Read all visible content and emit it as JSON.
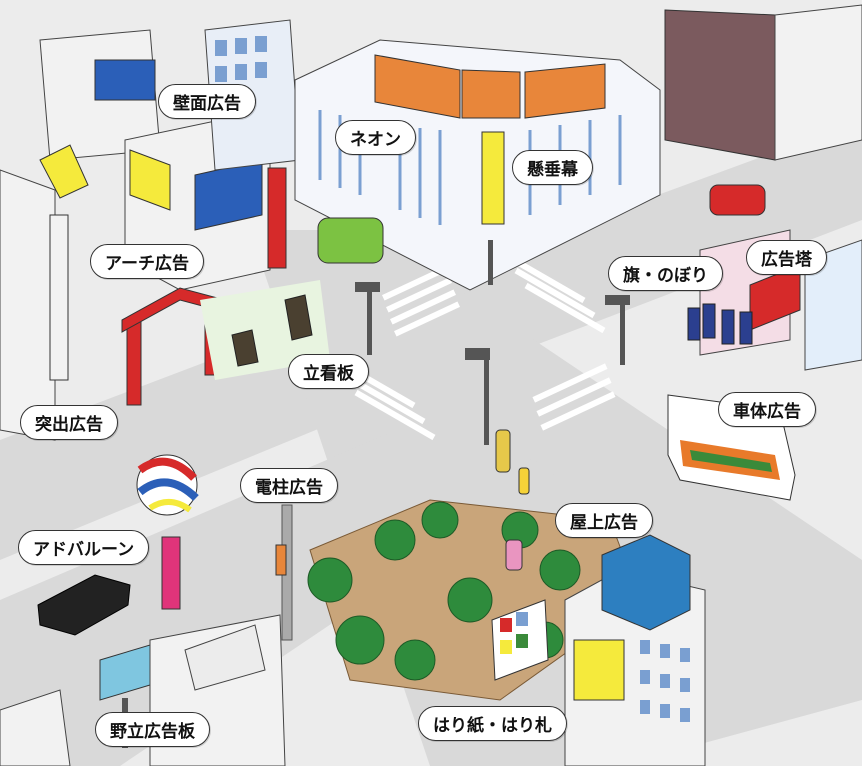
{
  "labels": {
    "wall_ad": "壁面広告",
    "neon": "ネオン",
    "banner": "懸垂幕",
    "arch_ad": "アーチ広告",
    "flags": "旗・のぼり",
    "ad_tower": "広告塔",
    "standing_sign": "立看板",
    "protruding_ad": "突出広告",
    "vehicle_ad": "車体広告",
    "pole_ad": "電柱広告",
    "ad_balloon": "アドバルーン",
    "rooftop_ad": "屋上広告",
    "billboard": "野立広告板",
    "posters": "はり紙・はり札"
  },
  "colors": {
    "road": "#d9d9d9",
    "sidewalk": "#ececec",
    "park_ground": "#c9a57a",
    "trees": "#2e8b3c",
    "building": "#f2f2f2",
    "window": "#7a9fd1",
    "orange_sign": "#e8863a",
    "yellow_sign": "#f5ea3c",
    "red_arch": "#d62a2a",
    "blue_sign": "#2b5fb8"
  }
}
